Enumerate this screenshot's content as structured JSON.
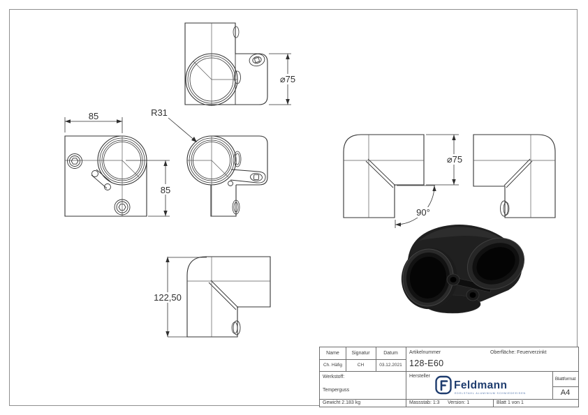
{
  "page": {
    "background": "#ffffff",
    "border_color": "#8f8f8f",
    "line_color": "#2f2f2f"
  },
  "dims": {
    "top_diameter": "⌀75",
    "front_width": "85",
    "front_height": "85",
    "front_radius": "R31",
    "elbow_angle": "90°",
    "elbow_diameter": "⌀75",
    "elbow_height": "122,50"
  },
  "title_block": {
    "col_name": "Name",
    "col_signature": "Signatur",
    "col_date": "Datum",
    "name": "Ch. Häfig",
    "signature": "CH",
    "date": "03.12.2021",
    "article_label": "Artikelnummer",
    "article_number": "128-E60",
    "surface": "Oberfläche:  Feuerverzinkt",
    "material_label": "Werkstoff:",
    "material": "Temperguss",
    "manufacturer_label": "Hersteller",
    "logo_text": "Feldmann",
    "logo_tagline": "EDELSTAHL ALUMINIUM SCHMIEDEEISEN",
    "logo_color": "#1e3c6e",
    "format_label": "Blattformat",
    "format": "A4",
    "weight": "Gewicht 2.183 kg",
    "scale": "Massstab: 1:3",
    "version": "Version: 1",
    "sheet": "Blatt 1 von 1"
  }
}
